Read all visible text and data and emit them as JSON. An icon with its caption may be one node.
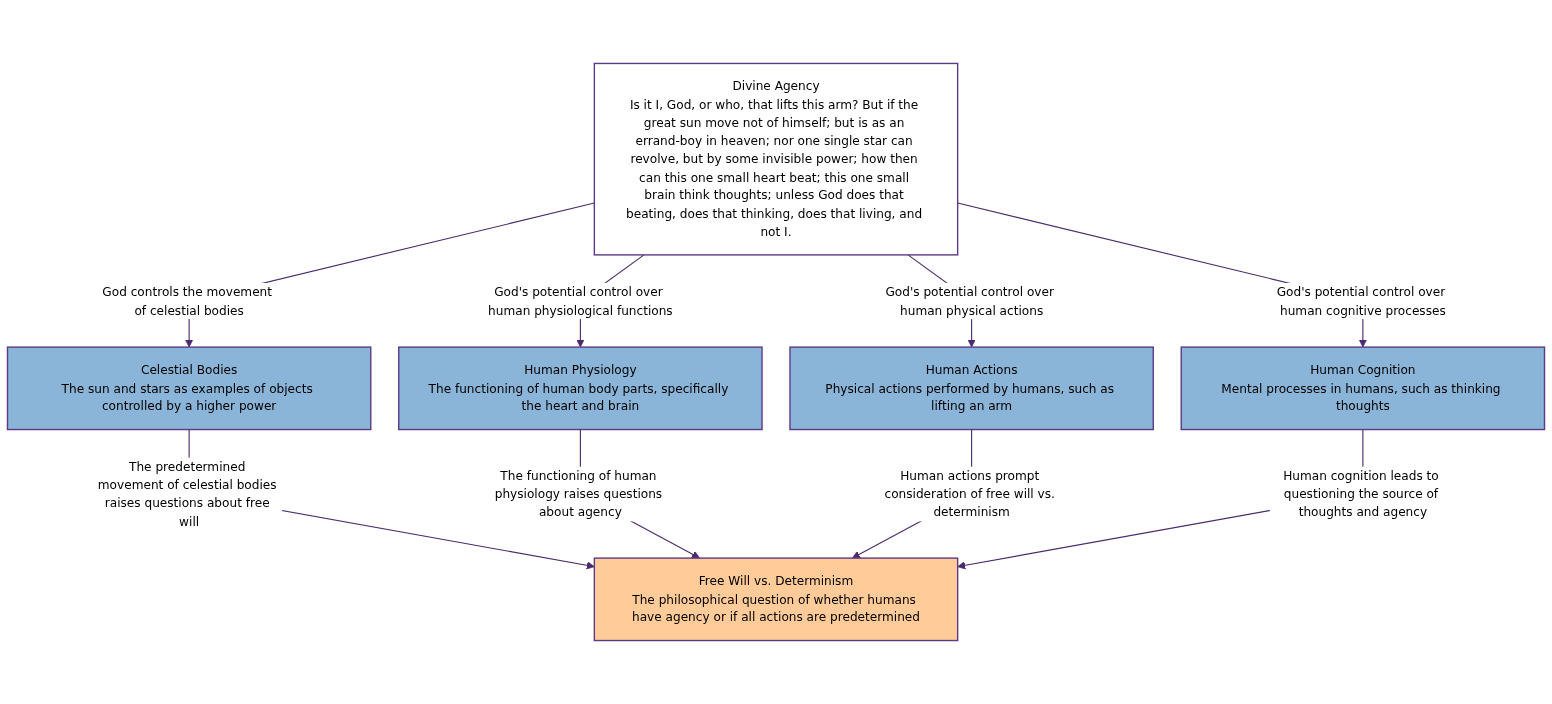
{
  "diagram": {
    "nodes": [
      {
        "text": [
          "Divine Agency",
          "Is it I, God, or who, that lifts this arm? But if the great sun move not of himself; but is as an errand-boy in heaven; nor one single star can revolve, but by some invisible power; how then can this one small heart beat; this one small brain think thoughts; unless God does that beating, does that thinking, does that living, and not I."
        ]
      },
      {
        "text": [
          "Celestial Bodies",
          "The sun and stars as examples of objects controlled by a higher power"
        ]
      },
      {
        "text": [
          "Human Physiology",
          "The functioning of human body parts, specifically the heart and brain"
        ]
      },
      {
        "text": [
          "Human Actions",
          "Physical actions performed by humans, such as lifting an arm"
        ]
      },
      {
        "text": [
          "Human Cognition",
          "Mental processes in humans, such as thinking thoughts"
        ]
      },
      {
        "text": [
          "Free Will vs. Determinism",
          "The philosophical question of whether humans have agency or if all actions are predetermined"
        ]
      }
    ],
    "edges": [
      {
        "from": 0,
        "to": 1,
        "arrow": "to",
        "label": "God controls the movement of celestial bodies"
      },
      {
        "from": 0,
        "to": 2,
        "arrow": "to",
        "label": "God's potential control over human physiological functions"
      },
      {
        "from": 0,
        "to": 3,
        "arrow": "to",
        "label": "God's potential control over human physical actions"
      },
      {
        "from": 0,
        "to": 4,
        "arrow": "to",
        "label": "God's potential control over human cognitive processes"
      },
      {
        "from": 1,
        "to": 5,
        "arrow": "to",
        "label": "The predetermined movement of celestial bodies raises questions about free will"
      },
      {
        "from": 2,
        "to": 5,
        "arrow": "to",
        "label": "The functioning of human physiology raises questions about agency"
      },
      {
        "from": 3,
        "to": 5,
        "arrow": "to",
        "label": "Human actions prompt consideration of free will vs. determinism"
      },
      {
        "from": 4,
        "to": 5,
        "arrow": "to",
        "label": "Human cognition leads to questioning the source of thoughts and agency"
      }
    ]
  }
}
